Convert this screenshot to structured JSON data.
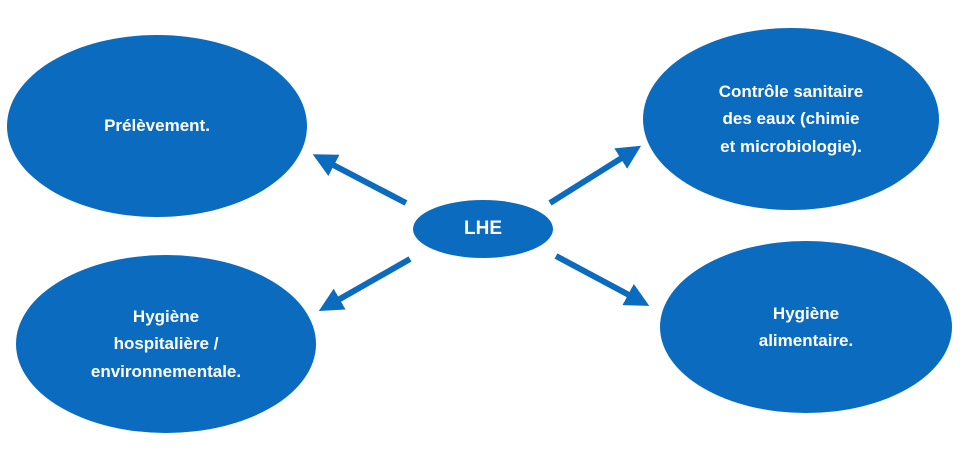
{
  "colors": {
    "node_fill": "#0a6bbf",
    "arrow": "#0a6bbf",
    "text": "#ffffff"
  },
  "center": {
    "label": "LHE"
  },
  "nodes": {
    "prelevement": {
      "label": "Prélèvement."
    },
    "controle": {
      "label": "Contrôle sanitaire\ndes eaux (chimie\net microbiologie)."
    },
    "hygiene_hospitaliere": {
      "label": "Hygiène\nhospitalière /\nenvironnementale."
    },
    "hygiene_alimentaire": {
      "label": "Hygiène\nalimentaire."
    }
  }
}
